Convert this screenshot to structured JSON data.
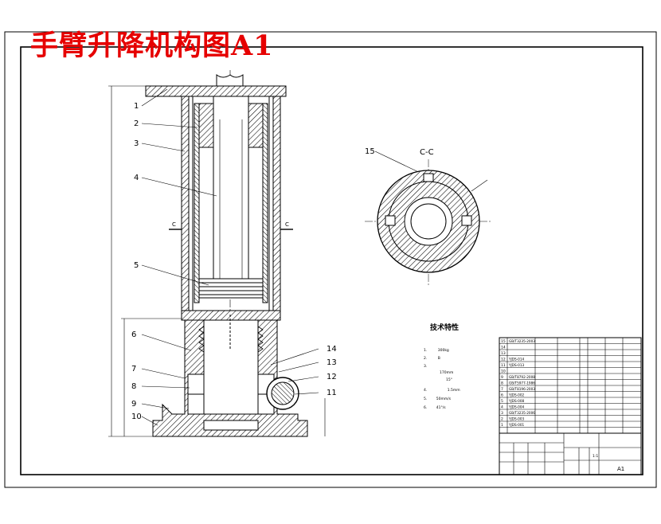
{
  "title": "手臂升降机构图A1",
  "section_view": {
    "label": "C-C",
    "marker": "C"
  },
  "part_callouts": [
    "1",
    "2",
    "3",
    "4",
    "5",
    "6",
    "7",
    "8",
    "9",
    "10",
    "11",
    "12",
    "13",
    "14",
    "15"
  ],
  "tech_specs": {
    "heading": "技术特性",
    "lines": [
      "1.",
      "2.",
      "3.",
      "170mm",
      "15°",
      "4.",
      "1.5mm",
      "5.",
      "50mm/s",
      "6.",
      "41°/s"
    ],
    "values": [
      {
        "prefix": "1.",
        "value": "300kg"
      },
      {
        "prefix": "2.",
        "value": "B"
      },
      {
        "prefix": "3.",
        "value": ""
      },
      {
        "prefix": "",
        "value": "170mm"
      },
      {
        "prefix": "",
        "value": "15°"
      },
      {
        "prefix": "4.",
        "value": "1.5mm"
      },
      {
        "prefix": "5.",
        "value": "50mm/s"
      },
      {
        "prefix": "6.",
        "value": "41°/s"
      }
    ]
  },
  "bom_rows": [
    {
      "no": "15",
      "code": "GB/T3235-2003"
    },
    {
      "no": "14",
      "code": ""
    },
    {
      "no": "13",
      "code": ""
    },
    {
      "no": "12",
      "code": "YJDS-014"
    },
    {
      "no": "11",
      "code": "YJDS-013"
    },
    {
      "no": "10",
      "code": ""
    },
    {
      "no": "9",
      "code": "GB/T8792-2008"
    },
    {
      "no": "8",
      "code": "GB/T5977-1986"
    },
    {
      "no": "7",
      "code": "GB/T8196-2003"
    },
    {
      "no": "6",
      "code": "YJDS-002"
    },
    {
      "no": "5",
      "code": "YJDS-008"
    },
    {
      "no": "4",
      "code": "YJDS-004"
    },
    {
      "no": "3",
      "code": "GB/T3235-2006"
    },
    {
      "no": "2",
      "code": "YJDS-003"
    },
    {
      "no": "1",
      "code": "YJDS-001"
    }
  ],
  "title_block": {
    "sheet_size": "A1",
    "ratio": "1:1"
  }
}
